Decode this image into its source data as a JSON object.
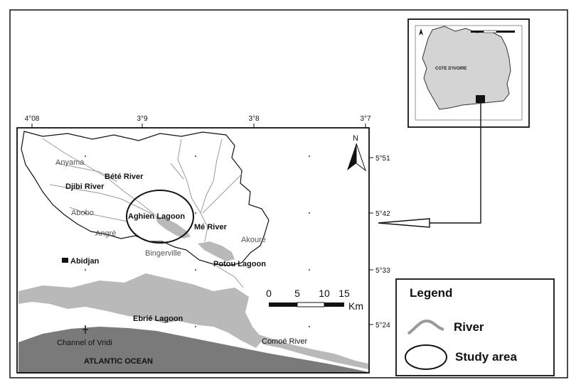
{
  "map": {
    "coords_top": [
      "4°08",
      "3°9",
      "3°8",
      "3°7"
    ],
    "coords_right": [
      "5°51",
      "5°42",
      "5°33",
      "5°24"
    ],
    "north": "N",
    "inset_label": "COTE D'IVOIRE",
    "places": {
      "anyama": "Anyama",
      "bete_river": "Bété River",
      "djibi_river": "Djibi River",
      "abobo": "Abobo",
      "aghien_lagoon": "Aghien Lagoon",
      "me_river": "Mé River",
      "akoure": "Akouré",
      "ange": "Angré",
      "bingerville": "Bingerville",
      "potou_lagoon": "Potou Lagoon",
      "abidjan": "Abidjan",
      "ebrie_lagoon": "Ebrié Lagoon",
      "channel_vridi": "Channel of Vridi",
      "atlantic_ocean": "ATLANTIC OCEAN",
      "comoe_river": "Comoé River"
    },
    "scale": {
      "labels": [
        "0",
        "5",
        "10",
        "15"
      ],
      "unit": "Km"
    },
    "legend": {
      "title": "Legend",
      "river": "River",
      "study_area": "Study area"
    },
    "colors": {
      "water": "#b9b9b9",
      "ocean": "#7a7a7a",
      "river_line": "#9a9a9a",
      "border": "#111111"
    }
  }
}
